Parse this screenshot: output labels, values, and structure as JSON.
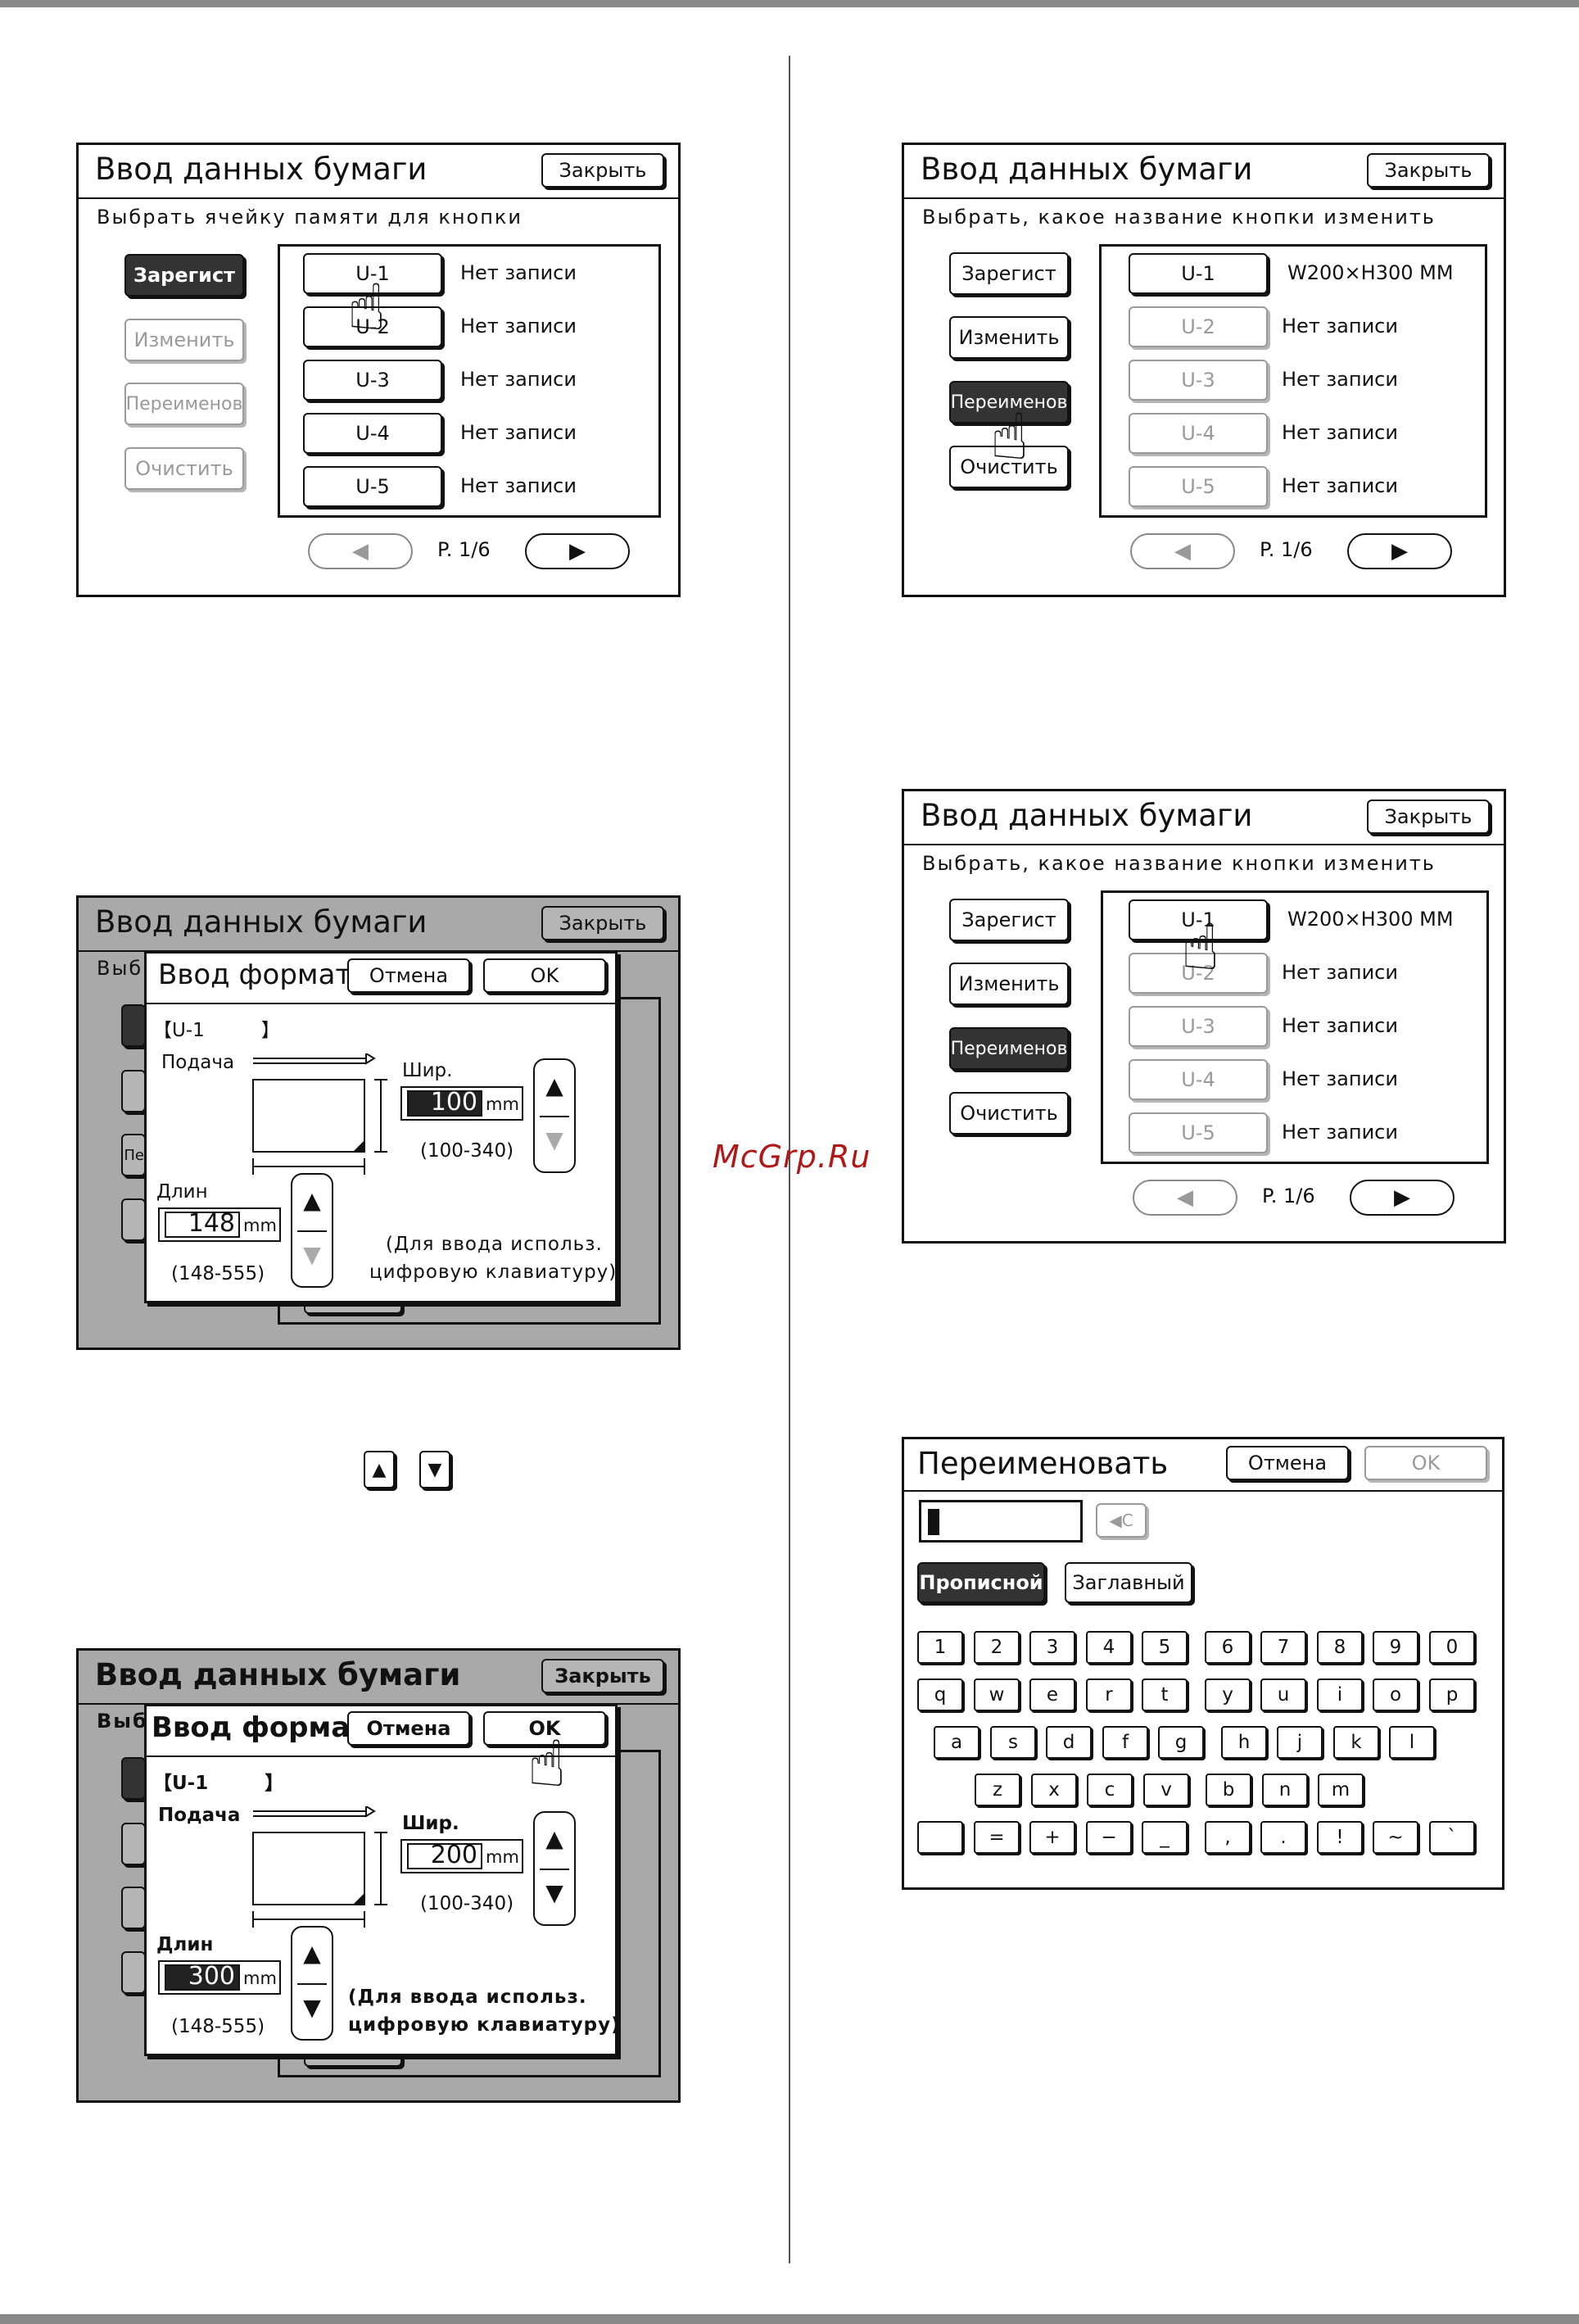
{
  "watermark": "McGrp.Ru",
  "screen1": {
    "title": "Ввод данных бумаги",
    "close": "Закрыть",
    "subtitle": "Выбрать ячейку памяти для кнопки",
    "side": [
      "Зарегист",
      "Изменить",
      "Переименов",
      "Очистить"
    ],
    "rows": [
      {
        "key": "U-1",
        "value": "Нет записи"
      },
      {
        "key": "U-2",
        "value": "Нет записи"
      },
      {
        "key": "U-3",
        "value": "Нет записи"
      },
      {
        "key": "U-4",
        "value": "Нет записи"
      },
      {
        "key": "U-5",
        "value": "Нет записи"
      }
    ],
    "page": "P. 1/6"
  },
  "screen2": {
    "title": "Ввод данных бумаги",
    "close": "Закрыть",
    "subtitle": "Выбрать, какое название кнопки изменить",
    "side": [
      "Зарегист",
      "Изменить",
      "Переименов",
      "Очистить"
    ],
    "rows": [
      {
        "key": "U-1",
        "value": "W200×H300 MM"
      },
      {
        "key": "U-2",
        "value": "Нет записи"
      },
      {
        "key": "U-3",
        "value": "Нет записи"
      },
      {
        "key": "U-4",
        "value": "Нет записи"
      },
      {
        "key": "U-5",
        "value": "Нет записи"
      }
    ],
    "page": "P. 1/6"
  },
  "screen3": {
    "title": "Ввод данных бумаги",
    "close": "Закрыть",
    "subtitle_partial": "Выб",
    "side_partial": "Пе",
    "dialog": {
      "title": "Ввод формата",
      "cancel": "Отмена",
      "ok": "OK",
      "slot": "【U-1　　　】",
      "feed": "Подача",
      "width_label": "Шир.",
      "width_value": "100",
      "width_unit": "mm",
      "width_range": "(100-340)",
      "length_label": "Длин",
      "length_value": "148",
      "length_unit": "mm",
      "length_range": "(148-555)",
      "hint1": "(Для ввода использ.",
      "hint2": "цифровую клавиатуру)"
    }
  },
  "arrows": {
    "up": "▲",
    "down": "▼"
  },
  "screen4": {
    "title": "Ввод данных бумаги",
    "close": "Закрыть",
    "subtitle_partial": "Выб",
    "dialog": {
      "title": "Ввод формата",
      "cancel": "Отмена",
      "ok": "OK",
      "slot": "【U-1　　　】",
      "feed": "Подача",
      "width_label": "Шир.",
      "width_value": "200",
      "width_unit": "mm",
      "width_range": "(100-340)",
      "length_label": "Длин",
      "length_value": "300",
      "length_unit": "mm",
      "length_range": "(148-555)",
      "hint1": "(Для ввода использ.",
      "hint2": "цифровую клавиатуру)"
    }
  },
  "screen5": {
    "title": "Ввод данных бумаги",
    "close": "Закрыть",
    "subtitle": "Выбрать, какое название кнопки изменить",
    "side": [
      "Зарегист",
      "Изменить",
      "Переименов",
      "Очистить"
    ],
    "rows": [
      {
        "key": "U-1",
        "value": "W200×H300 MM"
      },
      {
        "key": "U-2",
        "value": "Нет записи"
      },
      {
        "key": "U-3",
        "value": "Нет записи"
      },
      {
        "key": "U-4",
        "value": "Нет записи"
      },
      {
        "key": "U-5",
        "value": "Нет записи"
      }
    ],
    "page": "P. 1/6"
  },
  "screen6": {
    "title": "Переименовать",
    "cancel": "Отмена",
    "ok": "OK",
    "backspace": "◀C",
    "upper": "Прописной",
    "capital": "Заглавный",
    "keys": [
      [
        "1",
        "2",
        "3",
        "4",
        "5",
        "6",
        "7",
        "8",
        "9",
        "0"
      ],
      [
        "q",
        "w",
        "e",
        "r",
        "t",
        "y",
        "u",
        "i",
        "o",
        "p"
      ],
      [
        "a",
        "s",
        "d",
        "f",
        "g",
        "h",
        "j",
        "k",
        "l"
      ],
      [
        "z",
        "x",
        "c",
        "v",
        "b",
        "n",
        "m"
      ],
      [
        "",
        "=",
        "+",
        "−",
        "_",
        ",",
        ".",
        "!",
        "~",
        "`"
      ]
    ]
  }
}
